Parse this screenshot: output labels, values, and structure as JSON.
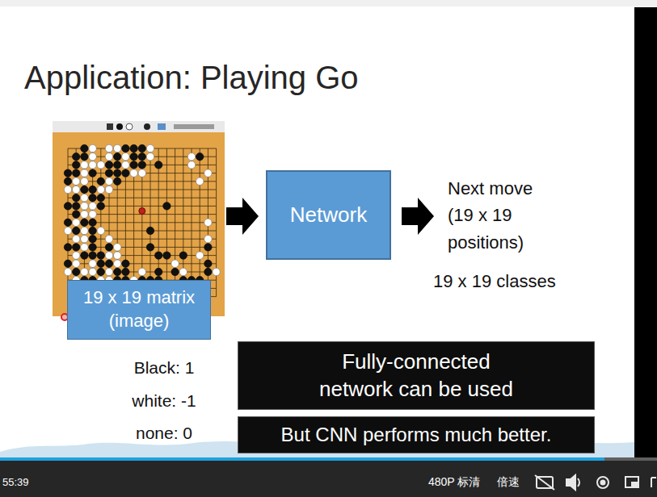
{
  "diagram": {
    "title": "Application: Playing Go",
    "nodes": [
      {
        "text": [
          "19 x 19 matrix (image)"
        ]
      },
      {
        "text": [
          "Network"
        ]
      },
      {
        "text": [
          "Fully-connected network can be used"
        ]
      },
      {
        "text": [
          "But CNN performs much better."
        ]
      }
    ],
    "labels": [
      "Next move (19 x 19 positions)",
      "19 x 19 classes",
      "Black: 1",
      "white: -1",
      "none: 0",
      "55:39",
      "480P 标清",
      "倍速"
    ]
  }
}
